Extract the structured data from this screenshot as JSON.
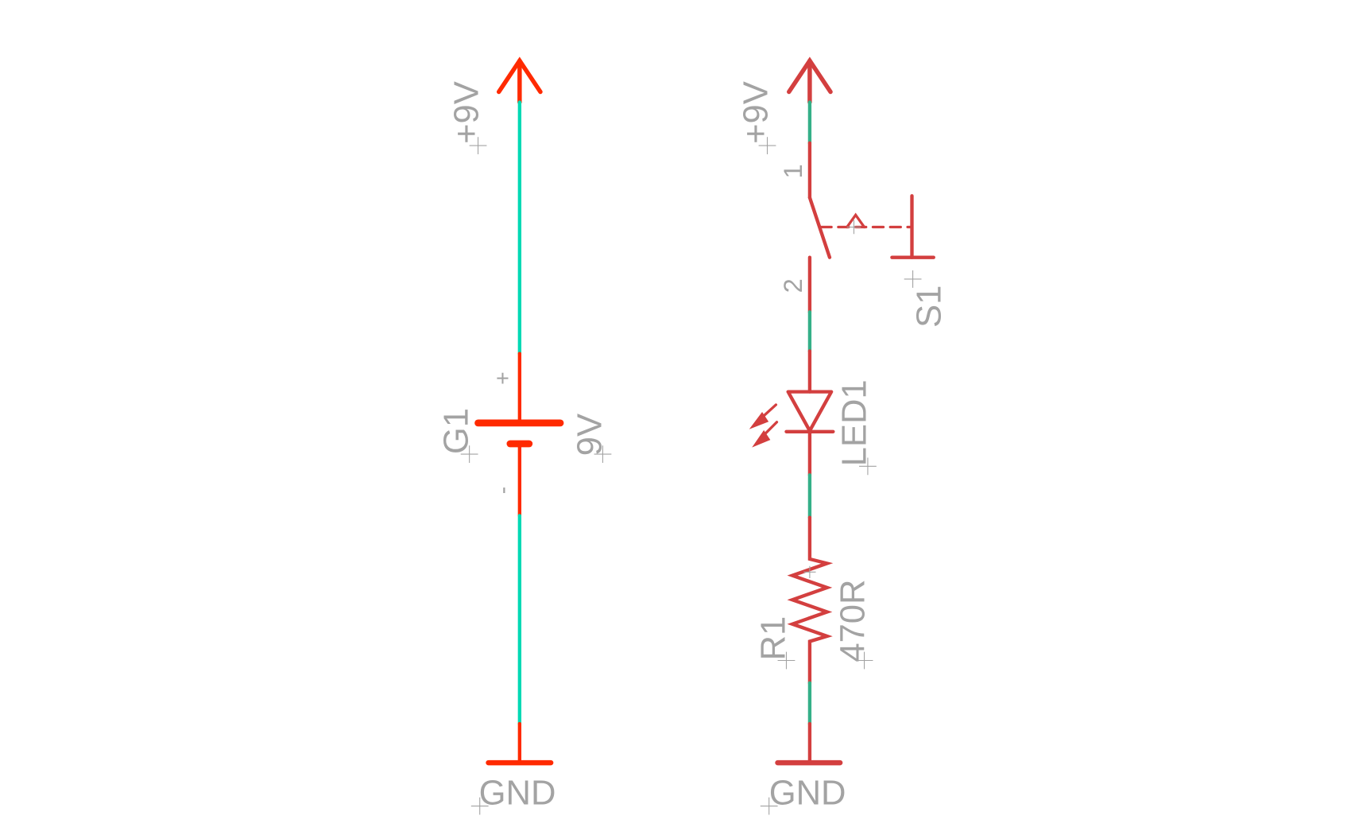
{
  "colors": {
    "battery_symbol": "#ff2a00",
    "battery_net": "#00d9b4",
    "circuit_symbol": "#d33f3f",
    "circuit_net": "#35b088",
    "label": "#a3a3a3"
  },
  "left_circuit": {
    "supply_label": "+9V",
    "battery_name": "G1",
    "battery_value": "9V",
    "plus_mark": "+",
    "minus_mark": "-",
    "ground_label": "GND"
  },
  "right_circuit": {
    "supply_label": "+9V",
    "switch_pin1": "1",
    "switch_pin2": "2",
    "switch_name": "S1",
    "led_name": "LED1",
    "resistor_name": "R1",
    "resistor_value": "470R",
    "ground_label": "GND"
  }
}
